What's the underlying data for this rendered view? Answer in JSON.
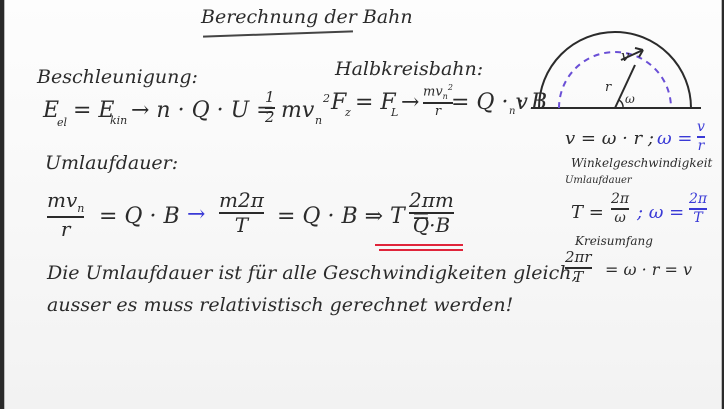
{
  "title": "Berechnung der Bahn",
  "left": {
    "heading_1": "Beschleunigung:",
    "eq_1": {
      "lhs": "E",
      "lhs_sub": "el",
      "mid": "= E",
      "mid_sub": "kin",
      "rhs": "→ n · Q · U =",
      "frac_num": "1",
      "frac_den": "2",
      "tail": "mv",
      "tail_sub": "n",
      "tail_sup": "2"
    },
    "heading_2": "Umlaufdauer:",
    "eq_2": {
      "f1_num": "mv",
      "f1_num_sub": "n",
      "f1_den": "r",
      "p1": "= Q · B",
      "arrow": "→",
      "f2_num": "m2π",
      "f2_den": "T",
      "p2": "= Q · B ⇒ T =",
      "f3_num": "2πm",
      "f3_den": "Q·B"
    },
    "sentence_1": "Die Umlaufdauer ist für alle Geschwindigkeiten gleich,",
    "sentence_2": "ausser es muss relativistisch gerechnet werden!"
  },
  "middle": {
    "heading": "Halbkreisbahn:",
    "eq": {
      "lhs": "F",
      "lhs_sub": "z",
      "mid": "= F",
      "mid_sub": "L",
      "arrow": "→",
      "frac_num": "mv",
      "frac_num_sub": "n",
      "frac_num_sup": "2",
      "frac_den": "r",
      "tail": "= Q · v",
      "tail_sub": "n",
      "tail_end": "· B"
    }
  },
  "right": {
    "diagram": {
      "v_label": "v",
      "r_label": "r",
      "omega_label": "ω"
    },
    "eq_1_left": "v = ω · r ;",
    "eq_1_omega": "ω =",
    "eq_1_num": "v",
    "eq_1_den": "r",
    "label_1": "Winkelgeschwindigkeit",
    "label_2": "Umlaufdauer",
    "eq_2_left": "T =",
    "eq_2_num": "2π",
    "eq_2_den": "ω",
    "eq_2_omega": "; ω =",
    "eq_2_rnum": "2π",
    "eq_2_rden": "T",
    "label_3": "Kreisumfang",
    "eq_3_num": "2πr",
    "eq_3_den": "T",
    "eq_3_tail": "= ω · r = v"
  },
  "colors": {
    "ink": "#2b2b2b",
    "blue": "#3a3ad6",
    "red": "#e0243a"
  }
}
